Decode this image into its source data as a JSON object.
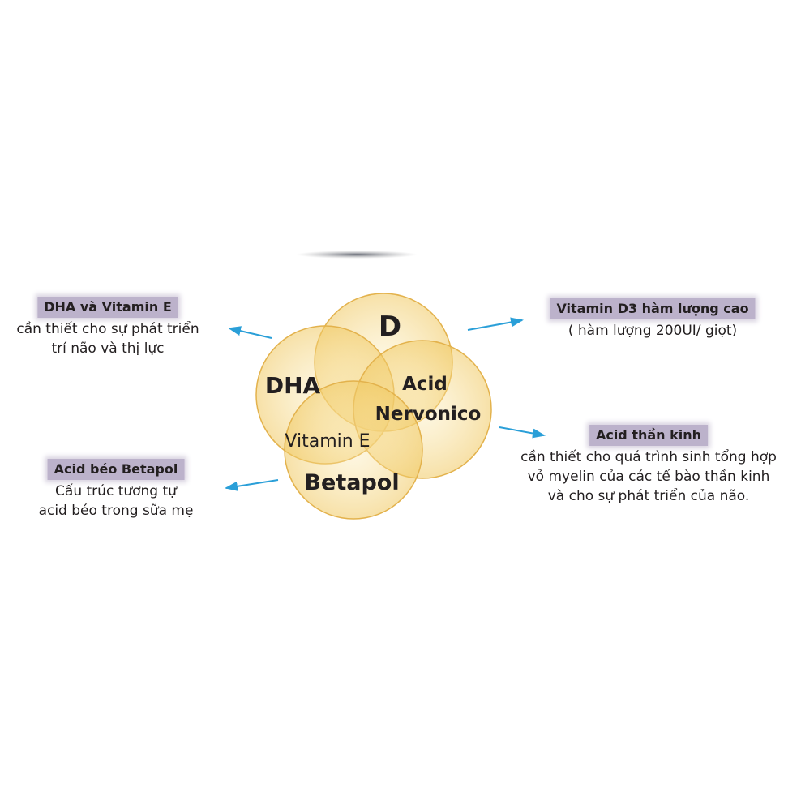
{
  "circles": [
    {
      "label": "D"
    },
    {
      "label": "DHA"
    },
    {
      "label_line1": "Acid",
      "label_line2": "Nervonico"
    },
    {
      "label": "Betapol"
    }
  ],
  "overlap_label": "Vitamin E",
  "callouts": {
    "dha": {
      "title": "DHA và Vitamin E",
      "lines": [
        "cần thiết cho sự phát triển",
        "trí não và thị lực"
      ]
    },
    "betapol": {
      "title": "Acid béo Betapol",
      "lines": [
        "Cấu trúc tương tự",
        "acid béo trong sữa mẹ"
      ]
    },
    "vitamin_d3": {
      "title": "Vitamin D3 hàm lượng cao",
      "lines": [
        "( hàm lượng 200UI/ giọt)"
      ]
    },
    "acid": {
      "title": "Acid thần kinh",
      "lines": [
        "cần thiết cho quá trình sinh tổng hợp",
        "vỏ myelin của các tế bào thần kinh",
        "và cho sự phát triển của não."
      ]
    }
  },
  "colors": {
    "circle_fill": "#f5d77a",
    "circle_stroke": "#e0b04a",
    "arrow": "#2a9fd8",
    "badge": "#bcb2cb"
  }
}
